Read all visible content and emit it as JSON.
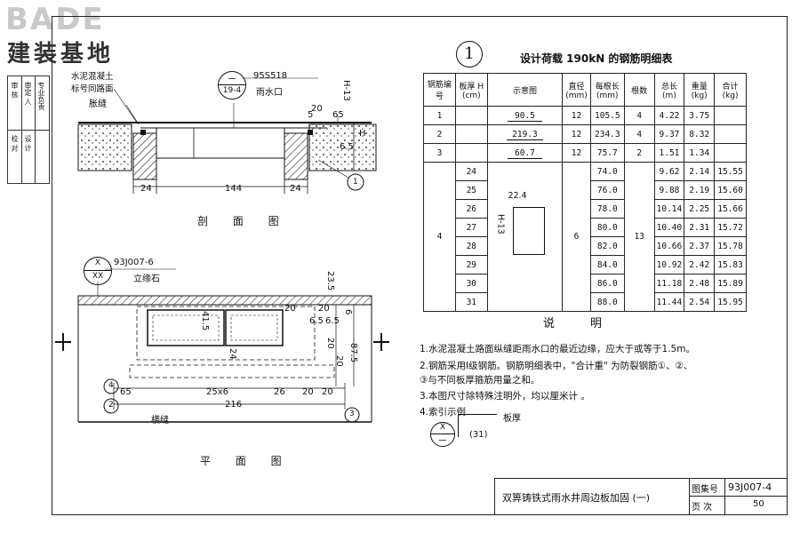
{
  "logo": {
    "brand": "BADE",
    "cn": "建装基地"
  },
  "left_strip": {
    "col1": "审 核",
    "col2": "校 对",
    "col3": "设 计",
    "col4": "审定 人",
    "col5": "专业负责"
  },
  "section_view": {
    "caption": "剖 面 图",
    "labels": {
      "concrete": "水泥混凝土",
      "concrete2": "标号同路面",
      "joint": "胀缝",
      "ref_top": "一",
      "ref_bottom": "19-4",
      "ref_std": "95S518",
      "ref_name": "雨水口",
      "d20": "20",
      "d65": "65",
      "d65b": "6.5",
      "d5": "5",
      "dH13": "H-13",
      "dH": "H",
      "d24a": "24",
      "d144": "144",
      "d24b": "24",
      "c1": "1"
    }
  },
  "plan_view": {
    "caption": "平 面 图",
    "labels": {
      "ref_top": "X",
      "ref_bottom": "XX",
      "ref_std": "93J007-6",
      "ref_name": "立缘石",
      "d23_5": "23.5",
      "d41_5": "41.5",
      "d20a": "20",
      "d20b": "20",
      "d6_5": "6.5",
      "d6_5b": "6.5",
      "d6": "6",
      "d20c": "20",
      "d24": "24",
      "d20d": "20",
      "d87_5": "87.5",
      "d65": "65",
      "d25x6": "25x6",
      "d26": "26",
      "d20e": "20",
      "d20f": "20",
      "d216": "216",
      "joint": "横缝",
      "c4": "4",
      "c2": "2",
      "c3": "3"
    }
  },
  "table": {
    "circle": "1",
    "title": "设计荷载 190kN 的钢筋明细表",
    "headers": [
      "钢筋编号",
      "板厚 H (cm)",
      "示意图",
      "直径 (mm)",
      "每根长 (mm)",
      "根数",
      "总长 (m)",
      "重量 (kg)",
      "合计 (kg)"
    ],
    "rows_fixed": [
      {
        "no": "1",
        "thick": "",
        "sketch": "90.5",
        "dia": "12",
        "len": "105.5",
        "count": "4",
        "total": "4.22",
        "weight": "3.75",
        "sum": ""
      },
      {
        "no": "2",
        "thick": "",
        "sketch": "219.3",
        "dia": "12",
        "len": "234.3",
        "count": "4",
        "total": "9.37",
        "weight": "8.32",
        "sum": ""
      },
      {
        "no": "3",
        "thick": "",
        "sketch": "60.7",
        "dia": "12",
        "len": "75.7",
        "count": "2",
        "total": "1.51",
        "weight": "1.34",
        "sum": ""
      }
    ],
    "row4": {
      "no": "4",
      "dia": "6",
      "count": "13",
      "sketch_top": "22.4",
      "sketch_side": "H-13",
      "items": [
        {
          "thick": "24",
          "len": "74.0",
          "total": "9.62",
          "weight": "2.14",
          "sum": "15.55"
        },
        {
          "thick": "25",
          "len": "76.0",
          "total": "9.88",
          "weight": "2.19",
          "sum": "15.60"
        },
        {
          "thick": "26",
          "len": "78.0",
          "total": "10.14",
          "weight": "2.25",
          "sum": "15.66"
        },
        {
          "thick": "27",
          "len": "80.0",
          "total": "10.40",
          "weight": "2.31",
          "sum": "15.72"
        },
        {
          "thick": "28",
          "len": "82.0",
          "total": "10.66",
          "weight": "2.37",
          "sum": "15.78"
        },
        {
          "thick": "29",
          "len": "84.0",
          "total": "10.92",
          "weight": "2.42",
          "sum": "15.83"
        },
        {
          "thick": "30",
          "len": "86.0",
          "total": "11.18",
          "weight": "2.48",
          "sum": "15.89"
        },
        {
          "thick": "31",
          "len": "88.0",
          "total": "11.44",
          "weight": "2.54",
          "sum": "15.95"
        }
      ]
    }
  },
  "notes": {
    "title": "说明",
    "items": [
      "1.水泥混凝土路面纵缝距雨水口的最近边缘，应大于或等于1.5m。",
      "2.钢筋采用Ⅰ级钢筋。钢筋明细表中，\"合计重\" 为防裂钢筋①、②、",
      "   ③与不同板厚箍筋用量之和。",
      "3.本图尺寸除特殊注明外，均以厘米计 。",
      "4.索引示例"
    ],
    "example": {
      "top": "X",
      "bottom": "一",
      "sub": "(31)",
      "label": "板厚"
    }
  },
  "title_block": {
    "title": "双箅铸铁式雨水井周边板加固 (一)",
    "atlas_label": "图集号",
    "atlas_no": "93J007-4",
    "page_label": "页 次",
    "page_no": "50"
  }
}
